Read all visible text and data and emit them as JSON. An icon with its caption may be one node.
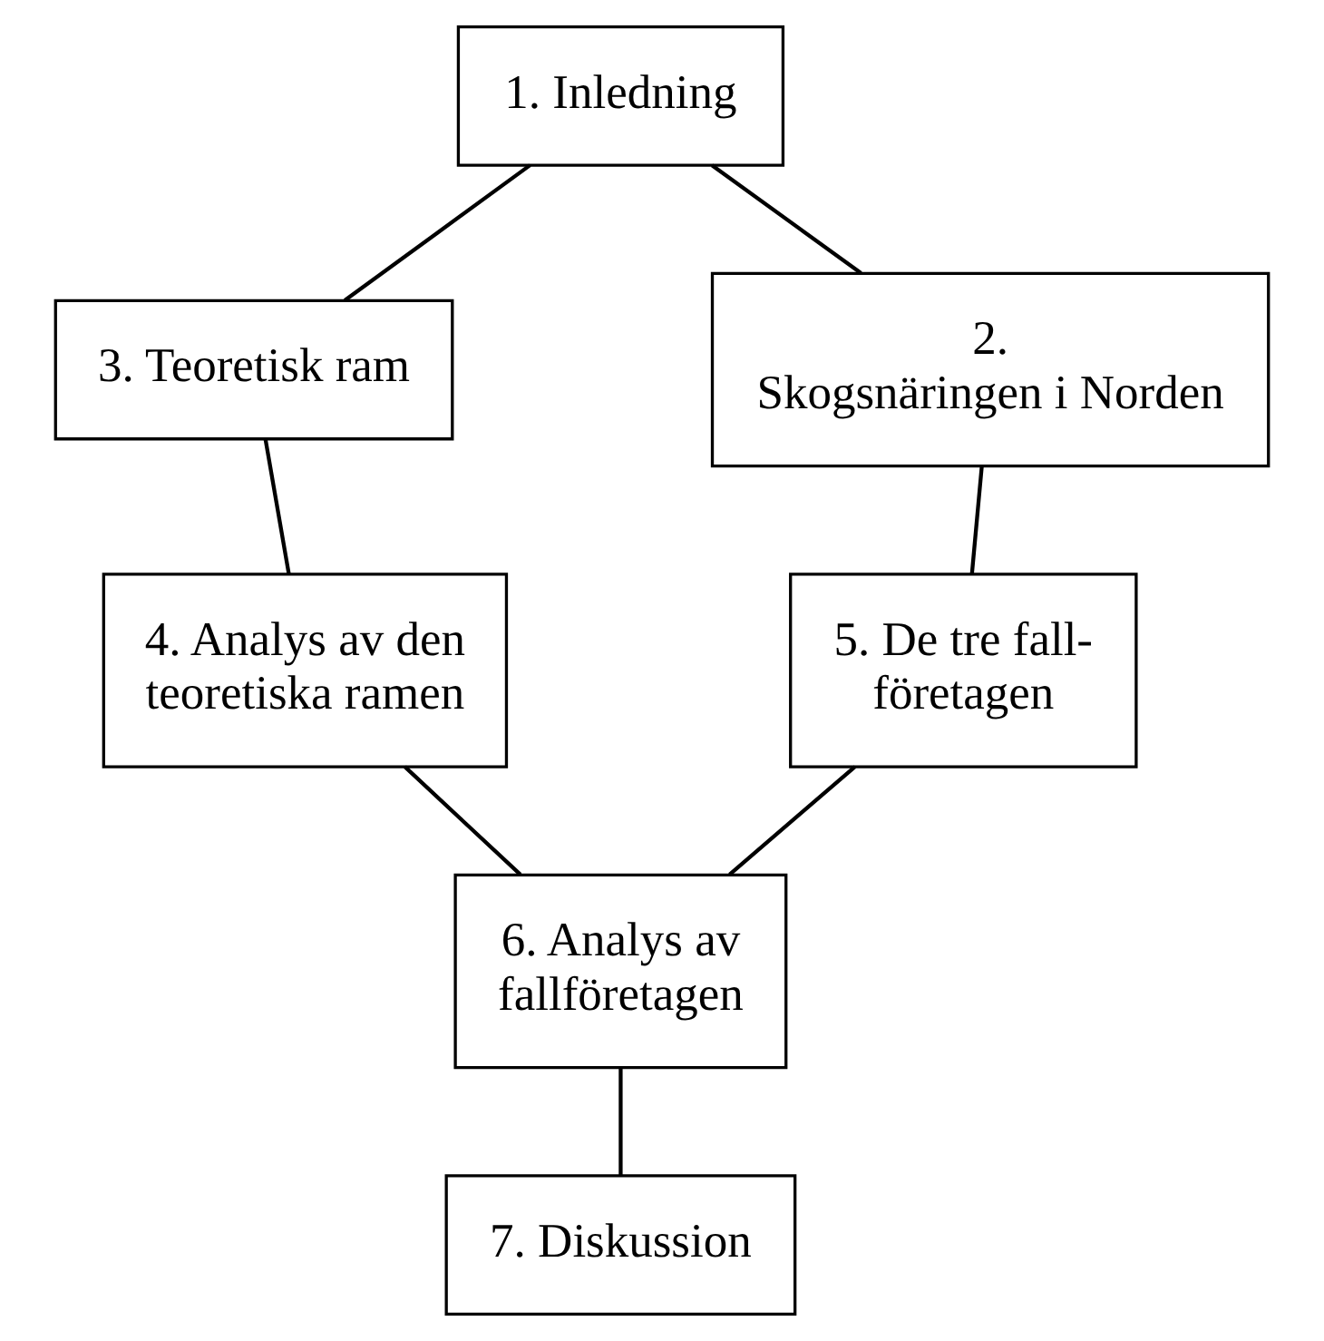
{
  "diagram": {
    "nodes": [
      {
        "text": [
          "1. Inledning"
        ]
      },
      {
        "text": [
          "3. Teoretisk ram"
        ]
      },
      {
        "text": [
          "2. Skogsnäringen i Norden"
        ]
      },
      {
        "text": [
          "4. Analys av den teoretiska ramen"
        ]
      },
      {
        "text": [
          "5. De tre fall- företagen"
        ]
      },
      {
        "text": [
          "6. Analys av fallföretagen"
        ]
      },
      {
        "text": [
          "7. Diskussion"
        ]
      }
    ],
    "edges": [
      {
        "from": 0,
        "to": 1,
        "arrow": "none"
      },
      {
        "from": 0,
        "to": 2,
        "arrow": "none"
      },
      {
        "from": 1,
        "to": 3,
        "arrow": "none"
      },
      {
        "from": 2,
        "to": 4,
        "arrow": "none"
      },
      {
        "from": 3,
        "to": 5,
        "arrow": "none"
      },
      {
        "from": 4,
        "to": 5,
        "arrow": "none"
      },
      {
        "from": 5,
        "to": 6,
        "arrow": "none"
      }
    ]
  }
}
